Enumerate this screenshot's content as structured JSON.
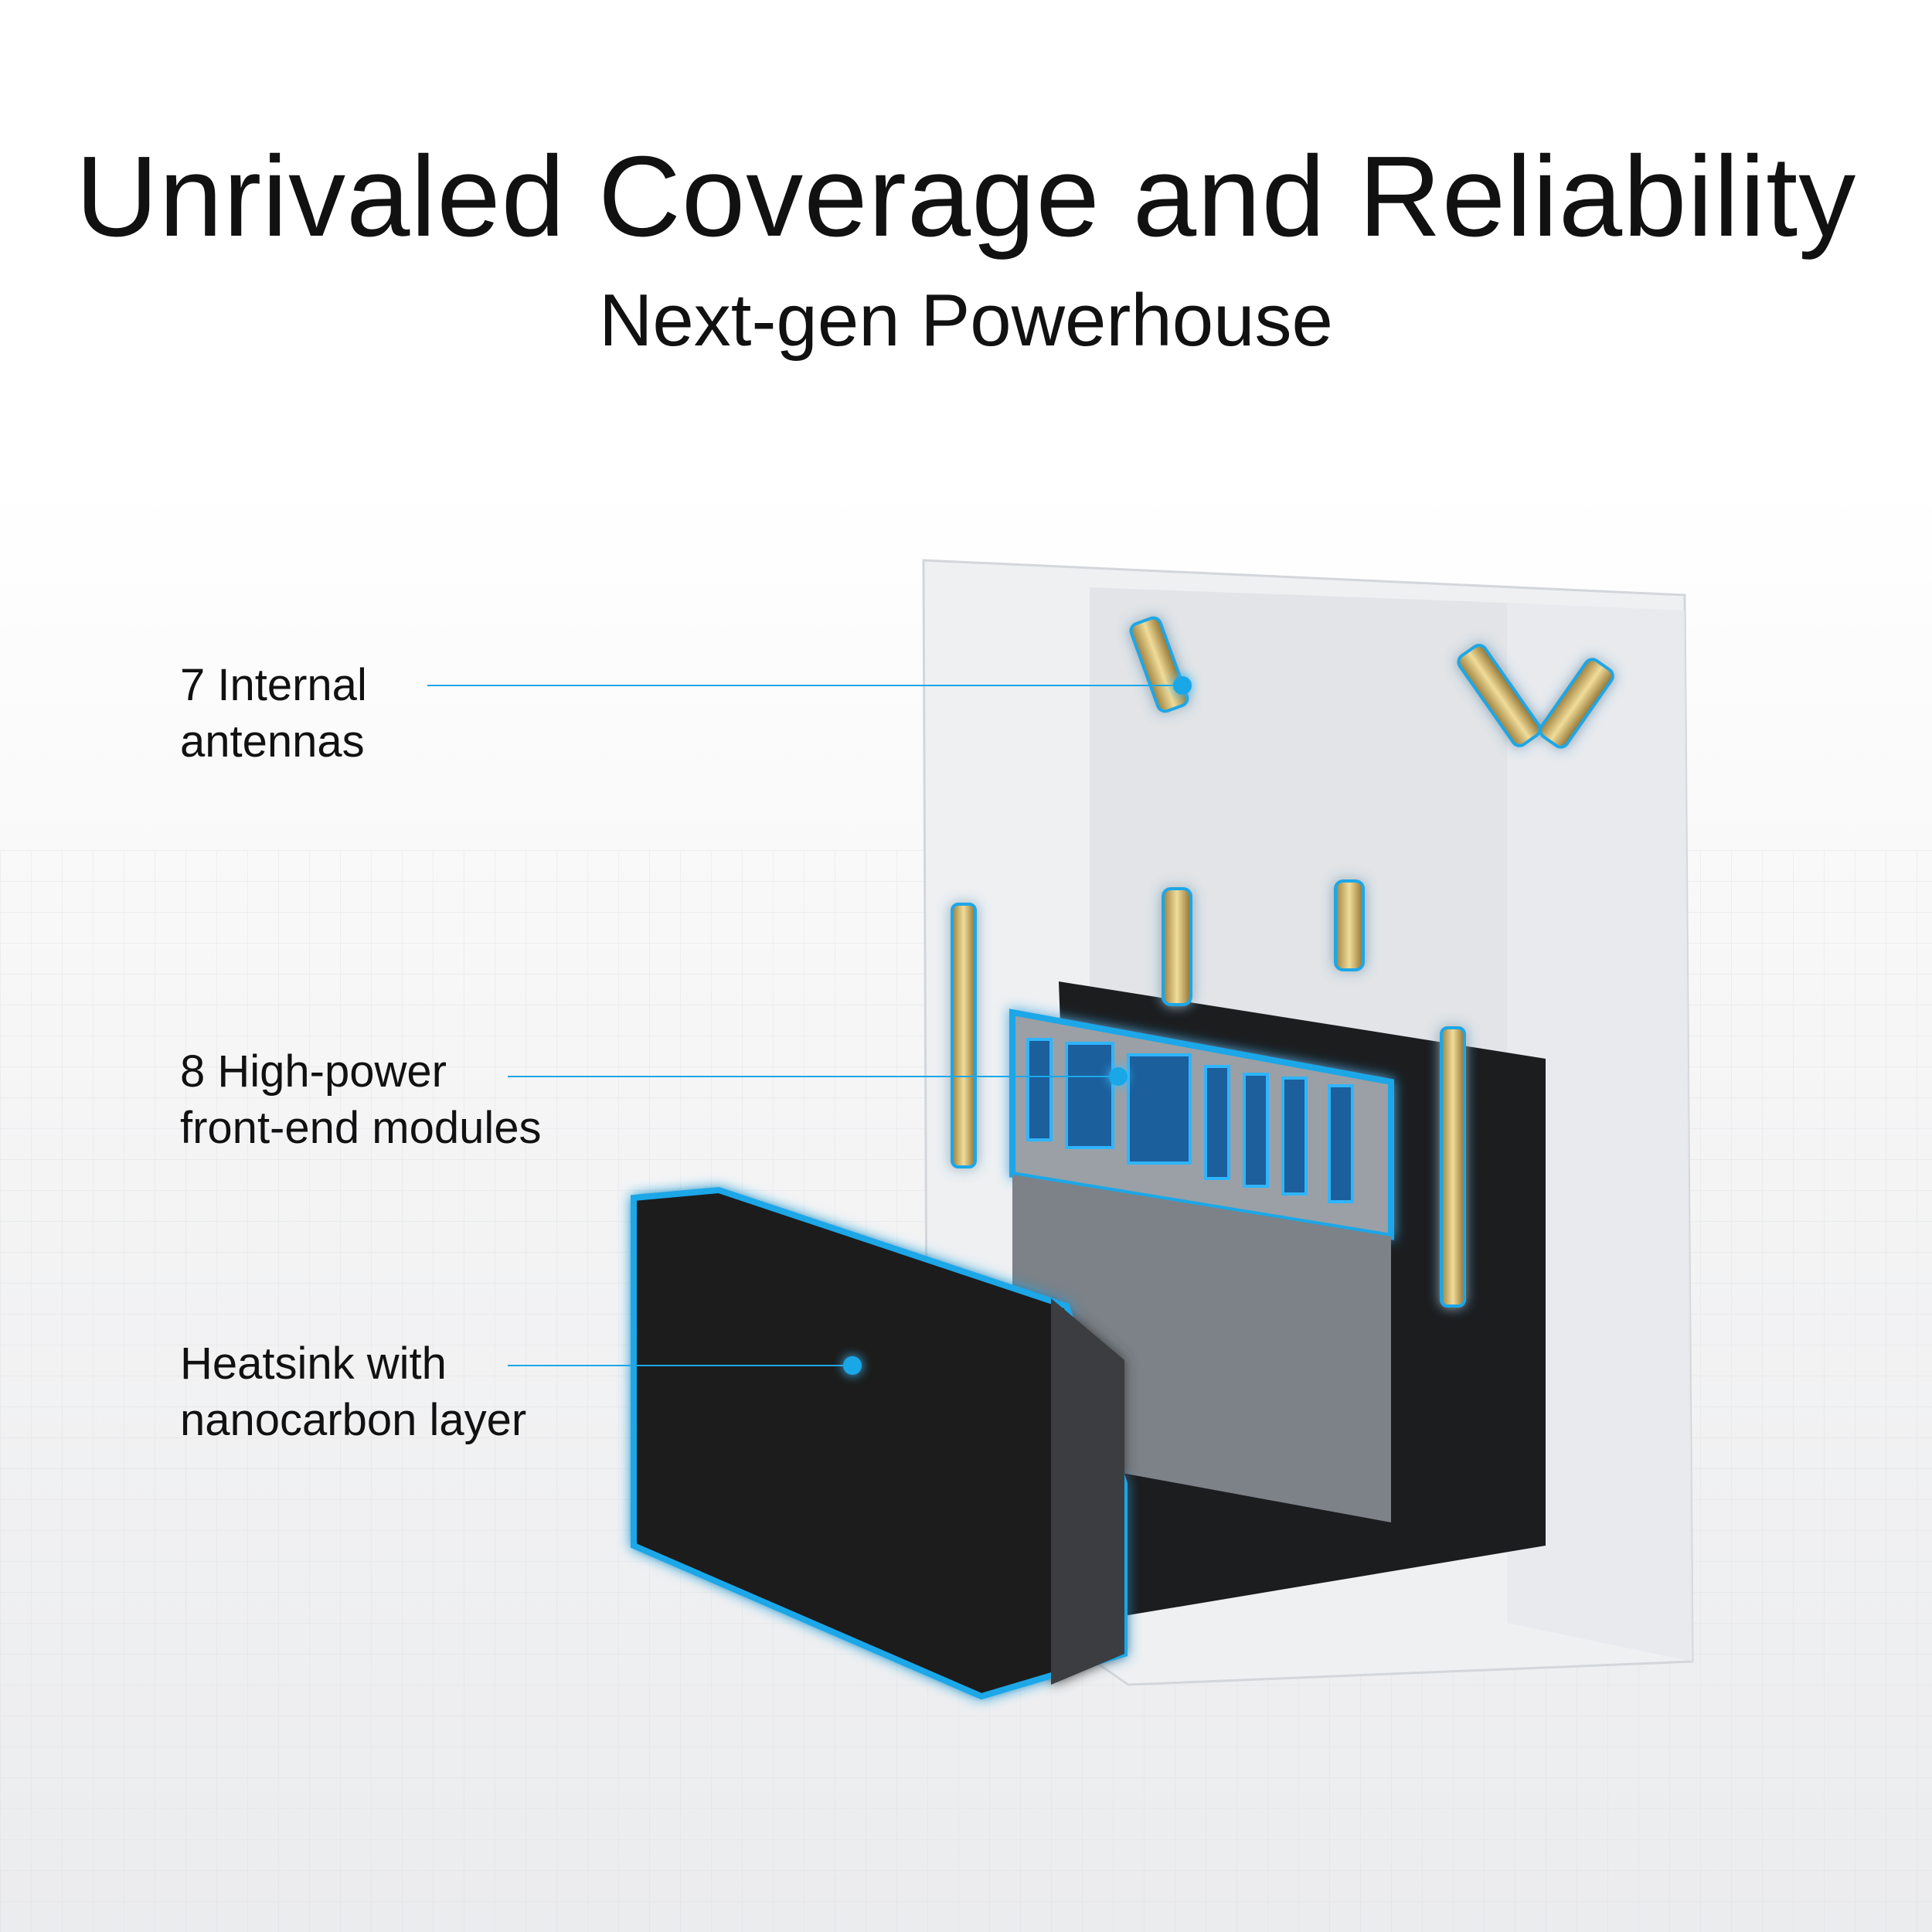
{
  "header": {
    "title": "Unrivaled Coverage and Reliability",
    "subtitle": "Next-gen Powerhouse"
  },
  "callouts": [
    {
      "line1": "7 Internal",
      "line2": "antennas"
    },
    {
      "line1": "8 High-power",
      "line2": "front-end modules"
    },
    {
      "line1": "Heatsink with",
      "line2": "nanocarbon layer"
    }
  ],
  "colors": {
    "accent": "#1aa7e8",
    "text": "#111111"
  }
}
